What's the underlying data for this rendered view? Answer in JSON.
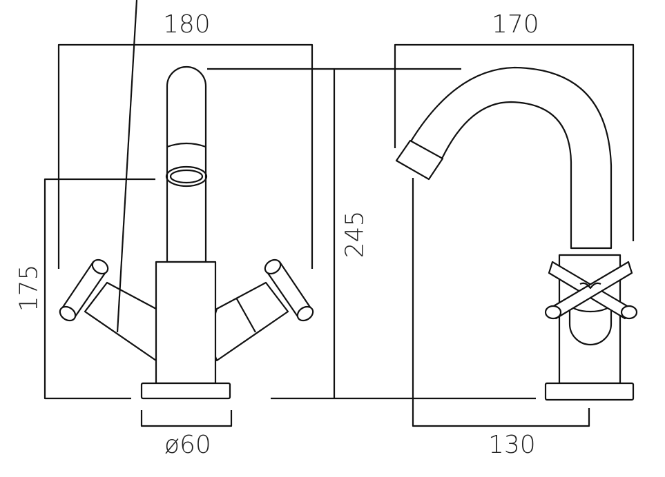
{
  "diagram": {
    "front_view": {
      "width_label": "180",
      "spout_height_label": "175",
      "base_diameter_label": "ø60"
    },
    "overall_height_label": "245",
    "side_view": {
      "depth_label": "170",
      "spout_reach_label": "130"
    },
    "line_color": "#111111"
  }
}
